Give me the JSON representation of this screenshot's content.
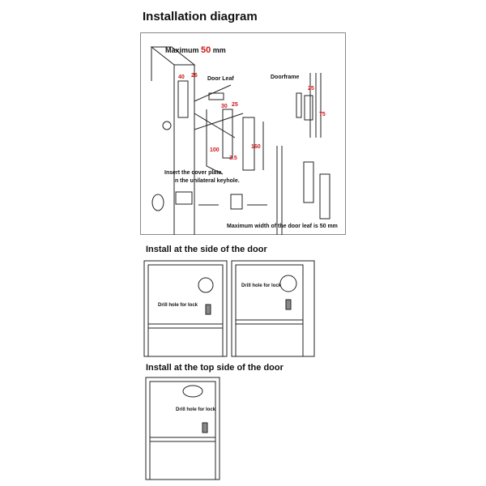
{
  "title": "Installation diagram",
  "top_panel": {
    "maximum_prefix": "Maximum",
    "maximum_value": "50",
    "maximum_unit": "mm",
    "door_leaf_label": "Door Leaf",
    "doorframe_label": "Doorframe",
    "dimensions": [
      "40",
      "26",
      "30",
      "25",
      "25",
      "75",
      "100",
      "3.5",
      "160"
    ],
    "insert_note_line1": "Insert the cover plate",
    "insert_note_line2": "in the unilateral keyhole.",
    "max_width_note": "Maximum width of the door leaf is 50 mm"
  },
  "side_section": {
    "title": "Install at the side of the door",
    "left_callout": "Drill hole for lock",
    "right_callout": "Drill hole for lock"
  },
  "top_section": {
    "title": "Install at the top side of the door",
    "callout": "Drill hole for lock"
  },
  "colors": {
    "accent": "#d01818",
    "line": "#222222"
  }
}
